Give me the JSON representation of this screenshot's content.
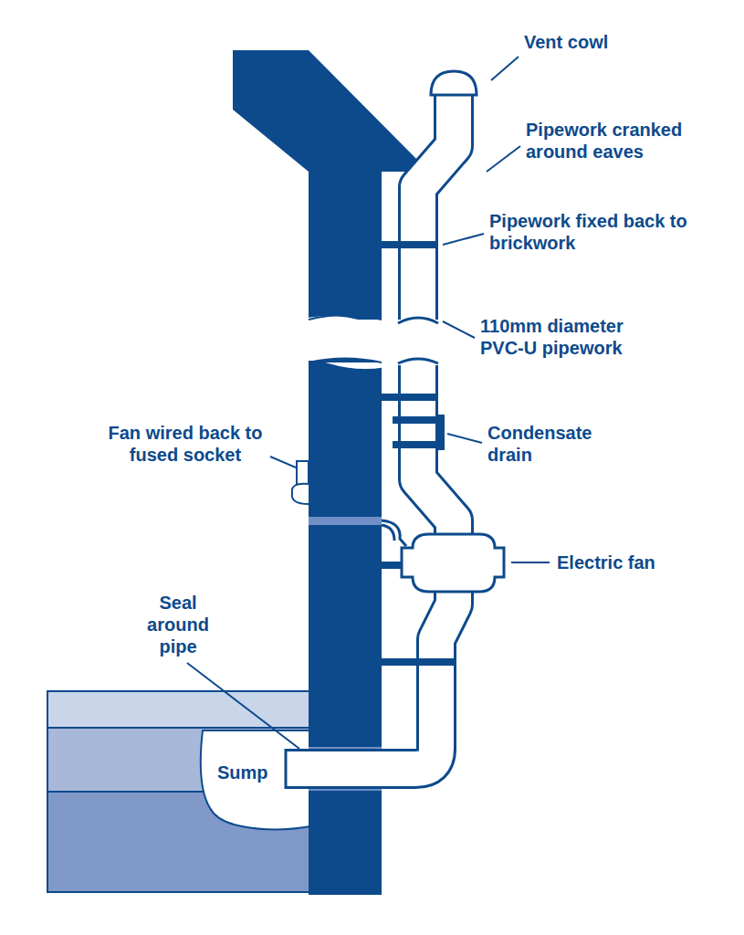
{
  "diagram": {
    "labels": [
      "Vent cowl",
      "Pipework cranked around eaves",
      "Pipework fixed back to brickwork",
      "110mm diameter PVC-U pipework",
      "Condensate drain",
      "Fan wired back to fused socket",
      "Electric fan",
      "Seal around pipe",
      "Sump"
    ]
  }
}
